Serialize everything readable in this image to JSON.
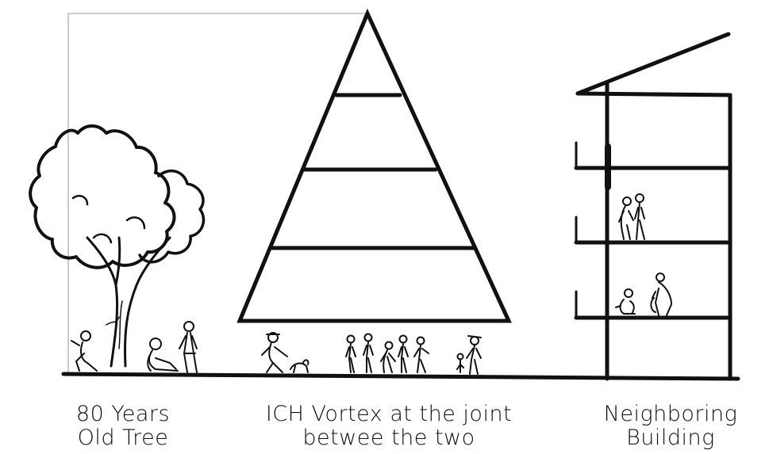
{
  "captions": {
    "tree": {
      "line1": "80 Years",
      "line2": "Old Tree"
    },
    "vortex": {
      "line1": "ICH Vortex at the joint",
      "line2": "betwee the two"
    },
    "building": {
      "line1": "Neighboring",
      "line2": "Building"
    }
  },
  "colors": {
    "ink": "#111111",
    "guide_line": "#9a9a9a",
    "background": "#ffffff"
  }
}
